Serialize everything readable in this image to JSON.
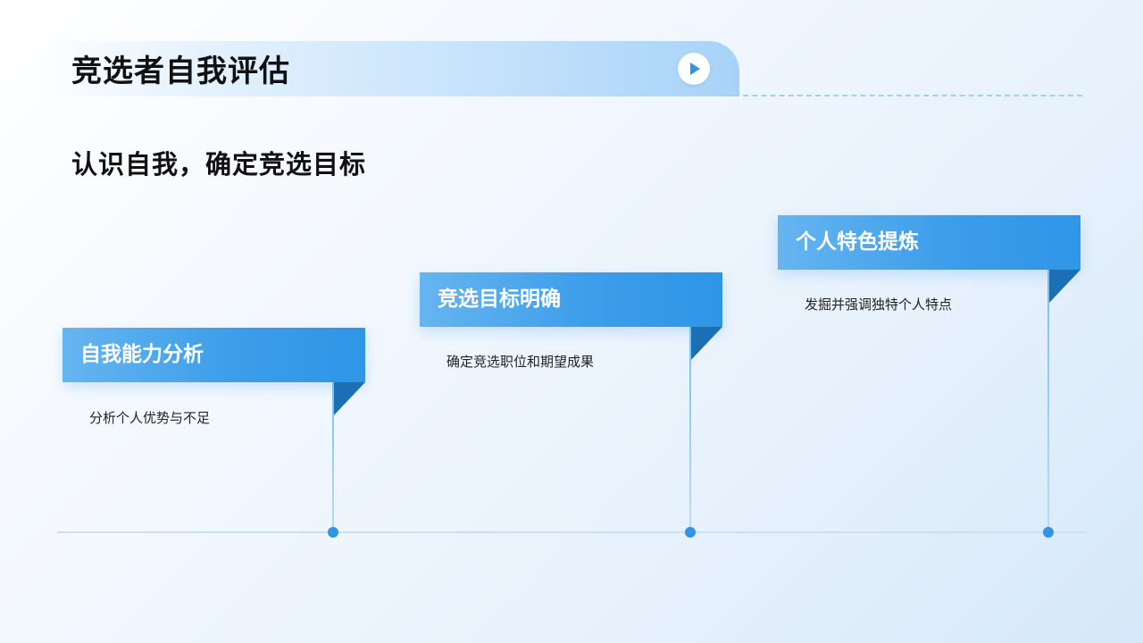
{
  "header": {
    "title": "竞选者自我评估",
    "subtitle": "认识自我，确定竞选目标"
  },
  "steps": [
    {
      "label": "自我能力分析",
      "desc": "分析个人优势与不足"
    },
    {
      "label": "竞选目标明确",
      "desc": "确定竞选职位和期望成果"
    },
    {
      "label": "个人特色提炼",
      "desc": "发掘并强调独特个人特点"
    }
  ],
  "icons": {
    "play": "play-icon"
  },
  "colors": {
    "accent": "#2f95e6",
    "accent_dark": "#1a6fb5",
    "text": "#111111"
  }
}
